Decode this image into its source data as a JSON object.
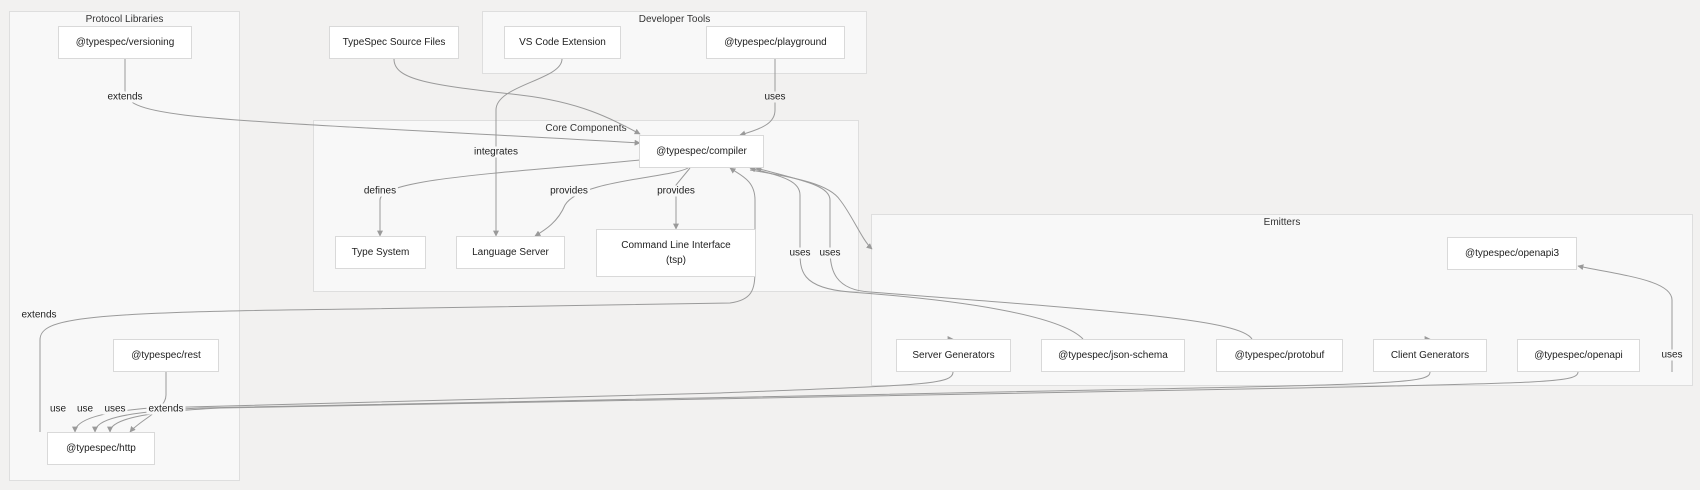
{
  "clusters": {
    "protocol": "Protocol Libraries",
    "devtools": "Developer Tools",
    "core": "Core Components",
    "emitters": "Emitters"
  },
  "nodes": {
    "versioning": "@typespec/versioning",
    "source_files": "TypeSpec Source Files",
    "vscode": "VS Code Extension",
    "playground": "@typespec/playground",
    "compiler": "@typespec/compiler",
    "type_system": "Type System",
    "language_server": "Language Server",
    "cli_line1": "Command Line Interface",
    "cli_line2": "(tsp)",
    "openapi3": "@typespec/openapi3",
    "rest": "@typespec/rest",
    "server_generators": "Server Generators",
    "json_schema": "@typespec/json-schema",
    "protobuf": "@typespec/protobuf",
    "client_generators": "Client Generators",
    "openapi": "@typespec/openapi",
    "http": "@typespec/http"
  },
  "edge_labels": {
    "versioning_extends": "extends",
    "playground_uses": "uses",
    "vscode_integrates": "integrates",
    "compiler_defines": "defines",
    "compiler_provides_ls": "provides",
    "compiler_provides_cli": "provides",
    "json_schema_uses": "uses",
    "protobuf_uses": "uses",
    "http_extends": "extends",
    "server_use": "use",
    "client_use": "use",
    "openapi_uses_http": "uses",
    "rest_extends": "extends",
    "openapi3_uses": "uses"
  }
}
